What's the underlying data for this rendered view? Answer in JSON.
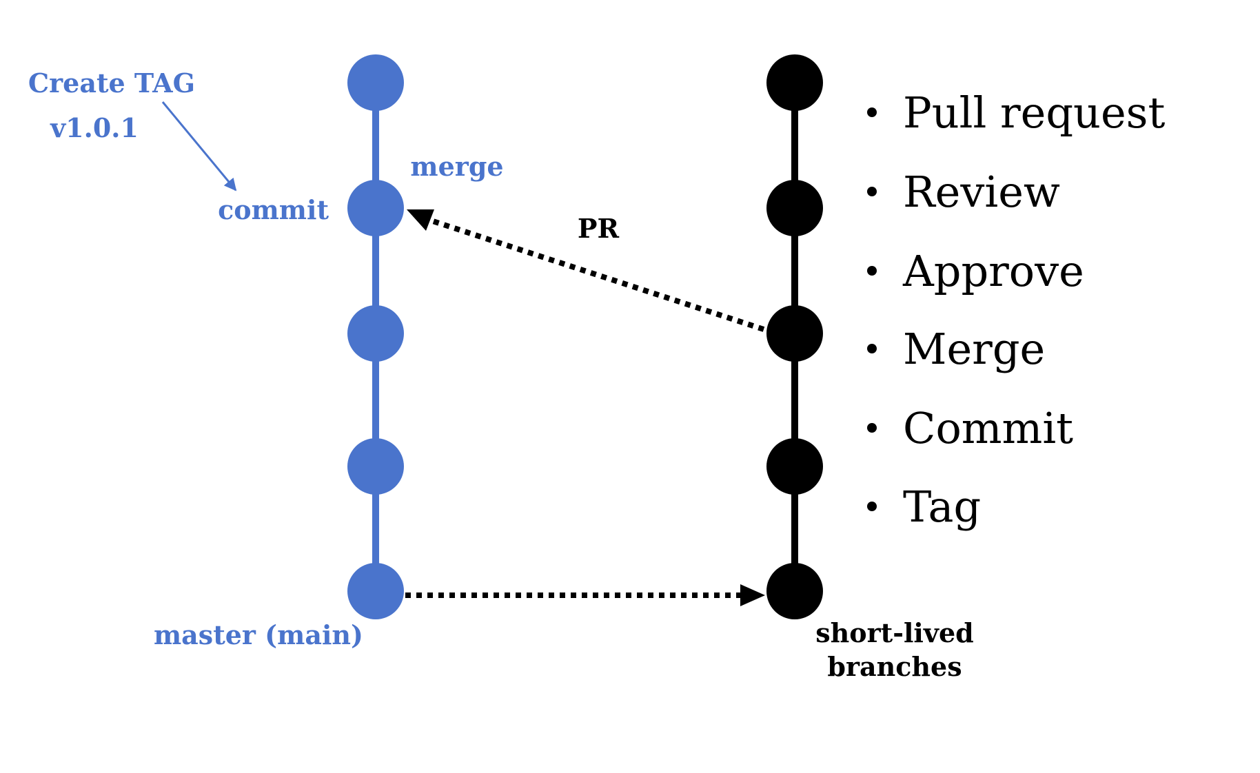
{
  "colors": {
    "main_branch": "#4a74cc",
    "short_branch": "#000000",
    "arrow": "#000000",
    "background": "#ffffff"
  },
  "main_branch": {
    "label": "master (main)",
    "commit_count": 5,
    "commit_label": "commit",
    "merge_label": "merge"
  },
  "tag_annotation": {
    "line1": "Create TAG",
    "line2": "v1.0.1"
  },
  "short_branch": {
    "label_line1": "short-lived",
    "label_line2": "branches",
    "commit_count": 5
  },
  "pr_label": "PR",
  "workflow_steps": [
    "Pull request",
    "Review",
    "Approve",
    "Merge",
    "Commit",
    "Tag"
  ]
}
